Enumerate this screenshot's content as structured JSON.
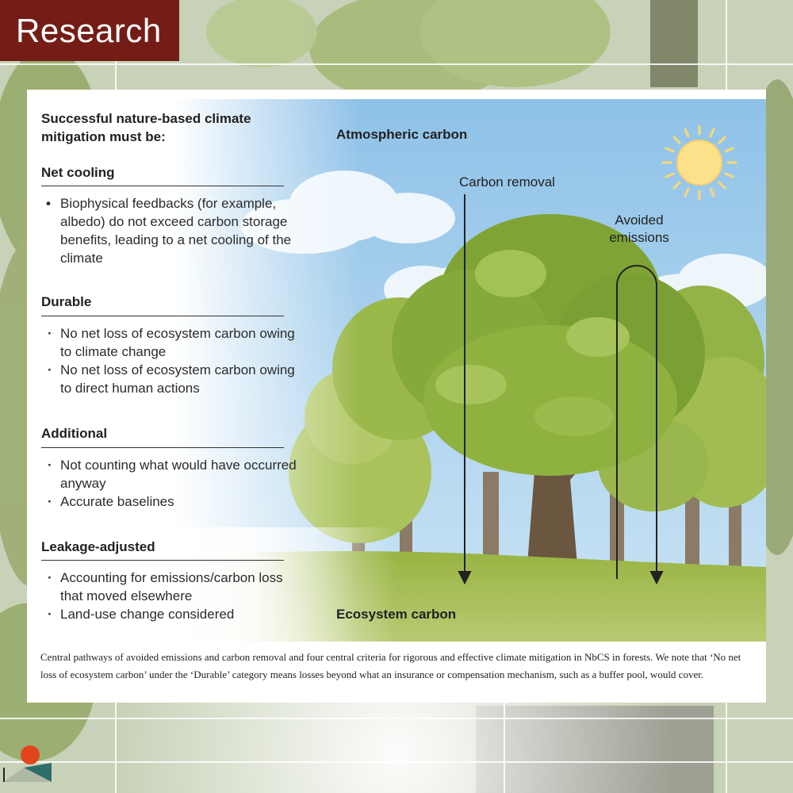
{
  "badge": {
    "label": "Research"
  },
  "panel": {
    "title": "Successful nature-based climate mitigation must be:",
    "criteria": [
      {
        "heading": "Net cooling",
        "bullet_style": "dot",
        "items": [
          "Biophysical feedbacks (for example, albedo) do not exceed carbon storage benefits, leading to a net cooling of the climate"
        ]
      },
      {
        "heading": "Durable",
        "bullet_style": "middot",
        "items": [
          "No net loss of ecosystem carbon owing to climate change",
          "No net loss of ecosystem carbon owing to direct human actions"
        ]
      },
      {
        "heading": "Additional",
        "bullet_style": "middot",
        "items": [
          "Not counting what would have occurred anyway",
          "Accurate baselines"
        ]
      },
      {
        "heading": "Leakage-adjusted",
        "bullet_style": "middot",
        "items": [
          "Accounting for emissions/carbon loss that moved elsewhere",
          "Land-use change considered"
        ]
      }
    ]
  },
  "diagram": {
    "atmospheric_label": "Atmospheric carbon",
    "ecosystem_label": "Ecosystem carbon",
    "carbon_removal_label": "Carbon removal",
    "avoided_emissions_label": "Avoided emissions",
    "icons": [
      "sun-icon",
      "tree-icon",
      "cloud-icon",
      "arrow-down-icon",
      "loop-arrow-icon"
    ]
  },
  "caption": "Central pathways of avoided emissions and carbon removal and four central criteria for rigorous and effective climate mitigation in NbCS in forests. We note that ‘No net loss of ecosystem carbon’ under the ‘Durable’ category means losses beyond what an insurance or compensation mechanism, such as a buffer pool, would cover.",
  "colors": {
    "badge": "#741d16",
    "sky": "#a9d0ee",
    "grass": "#8fad3c",
    "foliage": "#8fb13a",
    "trunk": "#6b5640",
    "sun": "#fde08a"
  }
}
